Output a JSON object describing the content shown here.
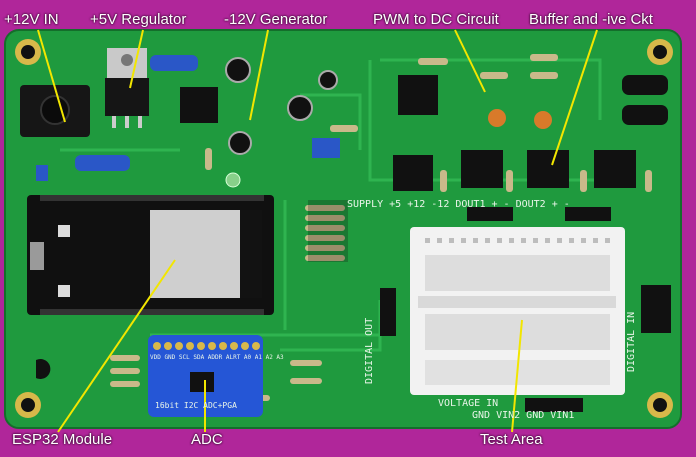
{
  "labels": {
    "power_in": "+12V IN",
    "regulator": "+5V Regulator",
    "neg_gen": "-12V Generator",
    "pwm": "PWM to DC Circuit",
    "buffer": "Buffer and -ive Ckt",
    "esp32": "ESP32 Module",
    "adc": "ADC",
    "test_area": "Test Area"
  },
  "silkscreen": {
    "supply": "SUPPLY +5 +12 -12 DOUT1 + -  DOUT2 + -",
    "digital_out": "DIGITAL OUT",
    "digital_in": "DIGITAL IN",
    "voltage_in": "VOLTAGE IN",
    "gnd_vin": "GND VIN2 GND VIN1",
    "adc_chip": "16bit I2C ADC+PGA",
    "adc_pins": "VDD GND SCL SDA ADDR ALRT A0 A1 A2 A3"
  },
  "colors": {
    "background": "#b0269a",
    "pcb": "#1f9a3e",
    "callout_line": "#f2e600"
  }
}
